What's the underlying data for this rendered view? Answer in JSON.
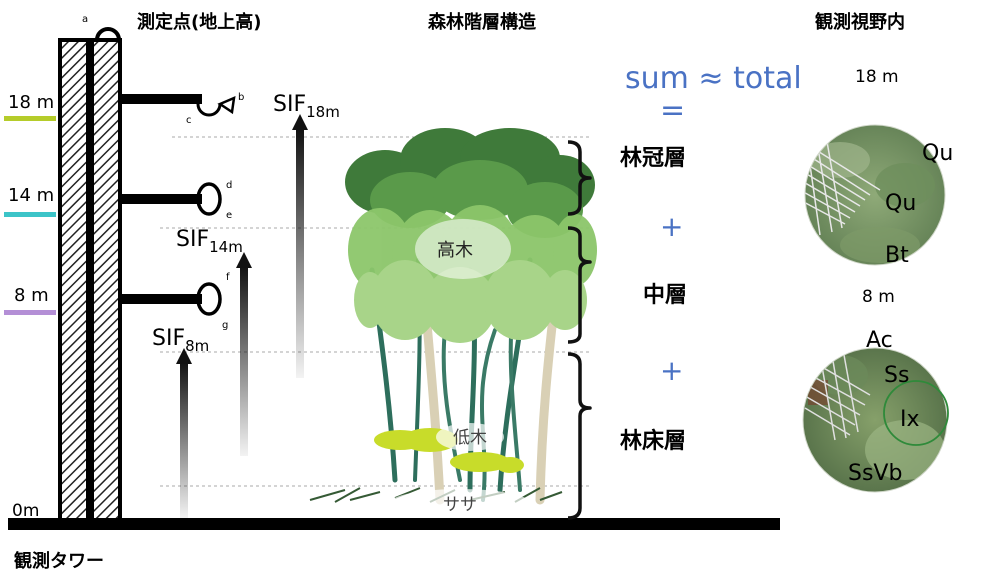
{
  "header": {
    "measurement_points": "測定点(地上高)",
    "forest_structure": "森林階層構造",
    "field_of_view": "観測視野内"
  },
  "tower": {
    "label": "観測タワー",
    "sensor_letters": [
      "a",
      "b",
      "c",
      "d",
      "e",
      "f",
      "g"
    ]
  },
  "heights": [
    {
      "label": "18 m",
      "color": "#b5cc2a"
    },
    {
      "label": "14 m",
      "color": "#3cc4c8"
    },
    {
      "label": "8 m",
      "color": "#b48fd6"
    },
    {
      "label": "0m",
      "color": "#000000"
    }
  ],
  "sif": [
    {
      "base": "SIF",
      "sub": "18m"
    },
    {
      "base": "SIF",
      "sub": "14m"
    },
    {
      "base": "SIF",
      "sub": "8m"
    }
  ],
  "layers": {
    "tall_trees": "高木",
    "low_trees": "低木",
    "sasa": "ササ"
  },
  "equation": {
    "sum": "sum ≈ total",
    "equals": "=",
    "canopy": "林冠層",
    "plus": "+",
    "middle": "中層",
    "floor": "林床層",
    "color": "#4a72c4"
  },
  "fov": [
    {
      "height": "18 m",
      "species": [
        "Qu",
        "Qu",
        "Bt"
      ]
    },
    {
      "height": "8 m",
      "species": [
        "Ac",
        "Ss",
        "Ix",
        "SsVb"
      ]
    }
  ]
}
